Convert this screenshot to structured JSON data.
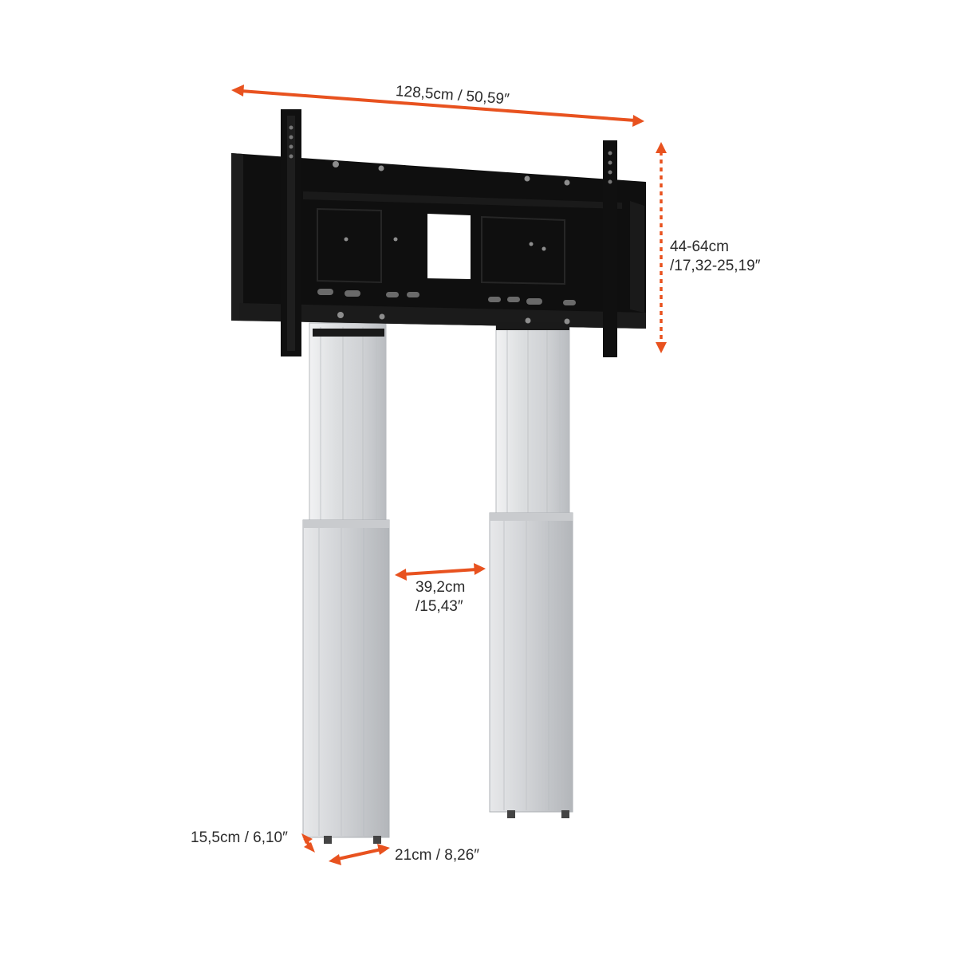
{
  "colors": {
    "accent": "#e8521f",
    "bracket": "#111111",
    "column_light": "#e4e5e7",
    "column_mid": "#cfd1d4",
    "column_dark": "#a9acb0",
    "text": "#2b2b2b"
  },
  "dimensions": {
    "width": "128,5cm / 50,59″",
    "height_line1": "44-64cm",
    "height_line2": "/17,32-25,19″",
    "gap_line1": "39,2cm",
    "gap_line2": "/15,43″",
    "depth": "15,5cm / 6,10″",
    "column_width": "21cm / 8,26″"
  }
}
